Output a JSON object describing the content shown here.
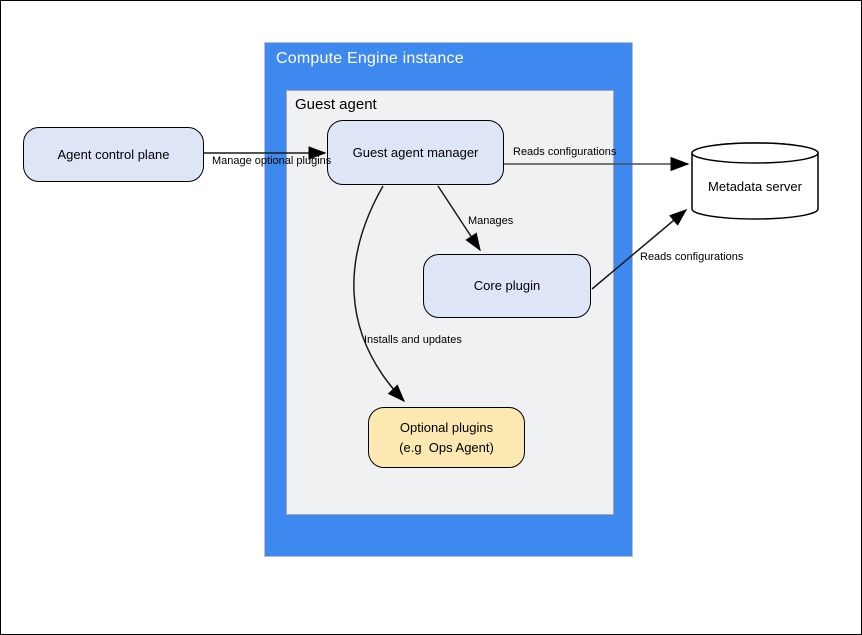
{
  "diagram": {
    "containers": {
      "compute_engine_instance": {
        "label": "Compute Engine instance",
        "fill": "#3e89f0",
        "text_color": "#ffffff"
      },
      "guest_agent": {
        "label": "Guest agent",
        "fill": "#f0f1f2",
        "text_color": "#000000"
      }
    },
    "nodes": {
      "agent_control_plane": {
        "label": "Agent control plane",
        "shape": "rounded-rect",
        "fill": "#dde5f7"
      },
      "guest_agent_manager": {
        "label": "Guest agent manager",
        "shape": "rounded-rect",
        "fill": "#dde5f7"
      },
      "core_plugin": {
        "label": "Core plugin",
        "shape": "rounded-rect",
        "fill": "#dde5f7"
      },
      "optional_plugins": {
        "label": "Optional plugins\n(e.g  Ops Agent)",
        "shape": "rounded-rect",
        "fill": "#fce9b2"
      },
      "metadata_server": {
        "label": "Metadata server",
        "shape": "cylinder",
        "fill": "#ffffff"
      }
    },
    "edges": [
      {
        "label": "Manage optional plugins",
        "from": "agent_control_plane",
        "to": "guest_agent_manager"
      },
      {
        "label": "Reads configurations",
        "from": "guest_agent_manager",
        "to": "metadata_server"
      },
      {
        "label": "Manages",
        "from": "guest_agent_manager",
        "to": "core_plugin"
      },
      {
        "label": "Installs and updates",
        "from": "guest_agent_manager",
        "to": "optional_plugins"
      },
      {
        "label": "Reads configurations",
        "from": "core_plugin",
        "to": "metadata_server"
      }
    ],
    "colors": {
      "instance_fill": "#3e89f0",
      "guest_agent_fill": "#f0f1f2",
      "node_blue_fill": "#dde5f7",
      "node_yellow_fill": "#fce9b2",
      "stroke": "#000000",
      "reads_line": "#4d4d4d"
    }
  }
}
